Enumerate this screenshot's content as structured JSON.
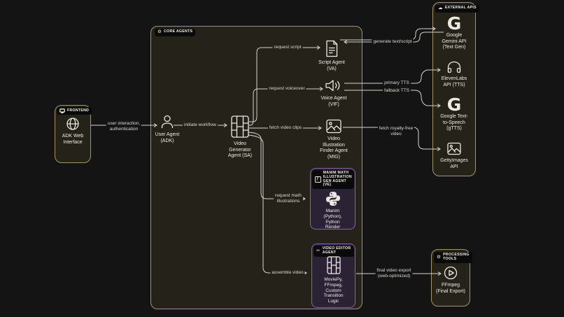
{
  "colors": {
    "page_background": "#141414",
    "group_fill": "#25221a",
    "group_border": "#a79561",
    "purple_group_fill": "#2c2236",
    "purple_group_border": "#8a5fb0",
    "badge_background": "#0a0a0a",
    "edge_line": "#d6d4cd",
    "text": "#efece5"
  },
  "groups": {
    "frontend": {
      "label": "FRONTEND",
      "icon": "monitor-icon"
    },
    "core": {
      "label": "CORE AGENTS",
      "icon": "gear-icon"
    },
    "external": {
      "label": "EXTERNAL APIS",
      "icon": "cloud-icon"
    },
    "processing": {
      "lines": [
        "PROCESSING",
        "TOOLS"
      ],
      "icon": "gear-icon"
    },
    "manim": {
      "lines": [
        "MANIM MATH",
        "ILLUSTRATION",
        "GEN AGENT (VE)"
      ],
      "icon": "function-icon"
    },
    "editor": {
      "lines": [
        "VIDEO EDITOR",
        "AGENT"
      ],
      "icon": "scissors-icon"
    }
  },
  "nodes": {
    "adk_web": {
      "lines": [
        "ADK Web",
        "Interface"
      ],
      "icon": "globe-icon"
    },
    "user_agent": {
      "lines": [
        "User Agent",
        "(ADK)"
      ],
      "icon": "person-icon"
    },
    "video_generator": {
      "lines": [
        "Video",
        "Generator",
        "Agent (SA)"
      ],
      "icon": "film-icon"
    },
    "script_agent": {
      "lines": [
        "Script Agent",
        "(VA)"
      ],
      "icon": "document-icon"
    },
    "voice_agent": {
      "lines": [
        "Voice Agent",
        "(VIF)"
      ],
      "icon": "speaker-icon"
    },
    "finder_agent": {
      "lines": [
        "Video",
        "Illustration",
        "Finder Agent",
        "(MIG)"
      ],
      "icon": "image-icon"
    },
    "manim_tool": {
      "lines": [
        "Manim",
        "(Python),",
        "Python",
        "Render"
      ],
      "icon": "python-icon"
    },
    "editor_tool": {
      "lines": [
        "MoviePy,",
        "FFmpeg,",
        "Custom",
        "Transition",
        "Logic"
      ],
      "icon": "film-icon"
    },
    "gemini": {
      "lines": [
        "Google",
        "Gemini API",
        "(Text Gen)"
      ],
      "icon": "google-g-icon",
      "glyph": "G"
    },
    "elevenlabs": {
      "lines": [
        "ElevenLabs",
        "API (TTS)"
      ],
      "icon": "headphones-icon"
    },
    "gtts": {
      "lines": [
        "Google Text-",
        "to-Speech",
        "(gTTS)"
      ],
      "icon": "google-g-icon",
      "glyph": "G"
    },
    "getty": {
      "lines": [
        "GettyImages",
        "API"
      ],
      "icon": "image-icon"
    },
    "ffmpeg": {
      "lines": [
        "FFmpeg",
        "(Final Export)"
      ],
      "icon": "play-circle-icon"
    }
  },
  "edges": {
    "user_interaction": {
      "lines": [
        "user interaction,",
        "authentication"
      ]
    },
    "initiate_workflow": {
      "label": "initiate workflow"
    },
    "request_script": {
      "label": "request script"
    },
    "request_voiceover": {
      "label": "request voiceover"
    },
    "fetch_video_clips": {
      "label": "fetch video clips"
    },
    "request_math": {
      "lines": [
        "request math",
        "illustrations"
      ]
    },
    "assemble_video": {
      "label": "assemble video"
    },
    "generate_text": {
      "label": "generate text/script"
    },
    "primary_tts": {
      "label": "primary TTS"
    },
    "fallback_tts": {
      "label": "fallback TTS"
    },
    "fetch_royalty": {
      "lines": [
        "fetch royalty-free",
        "video"
      ]
    },
    "final_export": {
      "lines": [
        "final video export",
        "(web-optimized)"
      ]
    }
  }
}
